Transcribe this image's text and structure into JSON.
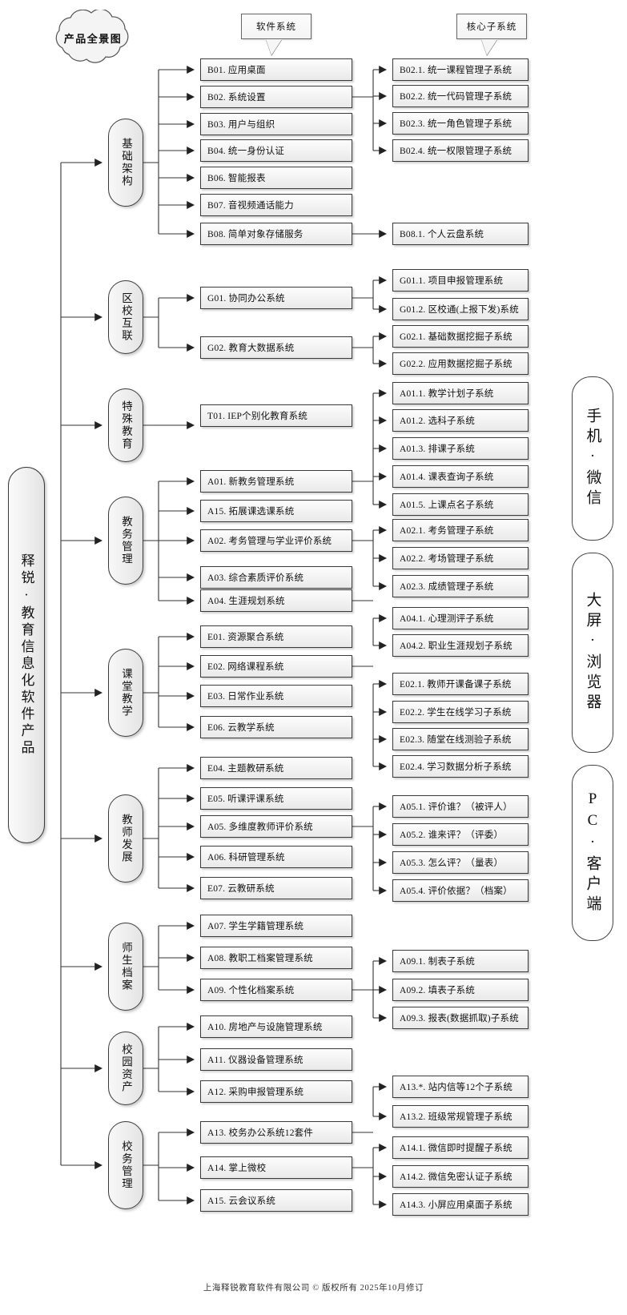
{
  "title": "产品全景图",
  "root": {
    "label": "释锐·教育信息化软件产品"
  },
  "callouts": {
    "software_systems": "软件系统",
    "core_subsystems": "核心子系统"
  },
  "platforms": [
    {
      "label": "手机·微信"
    },
    {
      "label": "大屏·浏览器"
    },
    {
      "label": "PC·客户端"
    }
  ],
  "categories": [
    {
      "label": "基础架构"
    },
    {
      "label": "区校互联"
    },
    {
      "label": "特殊教育"
    },
    {
      "label": "教务管理"
    },
    {
      "label": "课堂教学"
    },
    {
      "label": "教师发展"
    },
    {
      "label": "师生档案"
    },
    {
      "label": "校园资产"
    },
    {
      "label": "校务管理"
    }
  ],
  "systems": [
    {
      "label": "B01. 应用桌面"
    },
    {
      "label": "B02. 系统设置"
    },
    {
      "label": "B03. 用户与组织"
    },
    {
      "label": "B04. 统一身份认证"
    },
    {
      "label": "B06. 智能报表"
    },
    {
      "label": "B07. 音视频通话能力"
    },
    {
      "label": "B08. 简单对象存储服务"
    },
    {
      "label": "G01. 协同办公系统"
    },
    {
      "label": "G02. 教育大数据系统"
    },
    {
      "label": "T01. IEP个别化教育系统"
    },
    {
      "label": "A01. 新教务管理系统"
    },
    {
      "label": "A15. 拓展课选课系统"
    },
    {
      "label": "A02. 考务管理与学业评价系统"
    },
    {
      "label": "A03. 综合素质评价系统"
    },
    {
      "label": "A04. 生涯规划系统"
    },
    {
      "label": "E01. 资源聚合系统"
    },
    {
      "label": "E02. 网络课程系统"
    },
    {
      "label": "E03. 日常作业系统"
    },
    {
      "label": "E06. 云教学系统"
    },
    {
      "label": "E04. 主题教研系统"
    },
    {
      "label": "E05. 听课评课系统"
    },
    {
      "label": "A05. 多维度教师评价系统"
    },
    {
      "label": "A06. 科研管理系统"
    },
    {
      "label": "E07. 云教研系统"
    },
    {
      "label": "A07. 学生学籍管理系统"
    },
    {
      "label": "A08. 教职工档案管理系统"
    },
    {
      "label": "A09. 个性化档案系统"
    },
    {
      "label": "A10. 房地产与设施管理系统"
    },
    {
      "label": "A11. 仪器设备管理系统"
    },
    {
      "label": "A12. 采购申报管理系统"
    },
    {
      "label": "A13. 校务办公系统12套件"
    },
    {
      "label": "A14. 掌上微校"
    },
    {
      "label": "A15. 云会议系统"
    }
  ],
  "subsystems": [
    {
      "label": "B02.1. 统一课程管理子系统"
    },
    {
      "label": "B02.2. 统一代码管理子系统"
    },
    {
      "label": "B02.3. 统一角色管理子系统"
    },
    {
      "label": "B02.4. 统一权限管理子系统"
    },
    {
      "label": "B08.1. 个人云盘系统"
    },
    {
      "label": "G01.1. 项目申报管理系统"
    },
    {
      "label": "G01.2. 区校通(上报下发)系统"
    },
    {
      "label": "G02.1. 基础数据挖掘子系统"
    },
    {
      "label": "G02.2. 应用数据挖掘子系统"
    },
    {
      "label": "A01.1. 教学计划子系统"
    },
    {
      "label": "A01.2. 选科子系统"
    },
    {
      "label": "A01.3. 排课子系统"
    },
    {
      "label": "A01.4. 课表查询子系统"
    },
    {
      "label": "A01.5. 上课点名子系统"
    },
    {
      "label": "A02.1. 考务管理子系统"
    },
    {
      "label": "A02.2. 考场管理子系统"
    },
    {
      "label": "A02.3. 成绩管理子系统"
    },
    {
      "label": "A04.1. 心理测评子系统"
    },
    {
      "label": "A04.2. 职业生涯规划子系统"
    },
    {
      "label": "E02.1. 教师开课备课子系统"
    },
    {
      "label": "E02.2. 学生在线学习子系统"
    },
    {
      "label": "E02.3. 随堂在线测验子系统"
    },
    {
      "label": "E02.4. 学习数据分析子系统"
    },
    {
      "label": "A05.1. 评价谁？（被评人）"
    },
    {
      "label": "A05.2. 谁来评？（评委）"
    },
    {
      "label": "A05.3. 怎么评？（量表）"
    },
    {
      "label": "A05.4. 评价依据？（档案）"
    },
    {
      "label": "A09.1. 制表子系统"
    },
    {
      "label": "A09.2. 填表子系统"
    },
    {
      "label": "A09.3. 报表(数据抓取)子系统"
    },
    {
      "label": "A13.*. 站内信等12个子系统"
    },
    {
      "label": "A13.2. 班级常规管理子系统"
    },
    {
      "label": "A14.1. 微信即时提醒子系统"
    },
    {
      "label": "A14.2. 微信免密认证子系统"
    },
    {
      "label": "A14.3. 小屏应用桌面子系统"
    }
  ],
  "footer": "上海释锐教育软件有限公司 © 版权所有  2025年10月修订"
}
